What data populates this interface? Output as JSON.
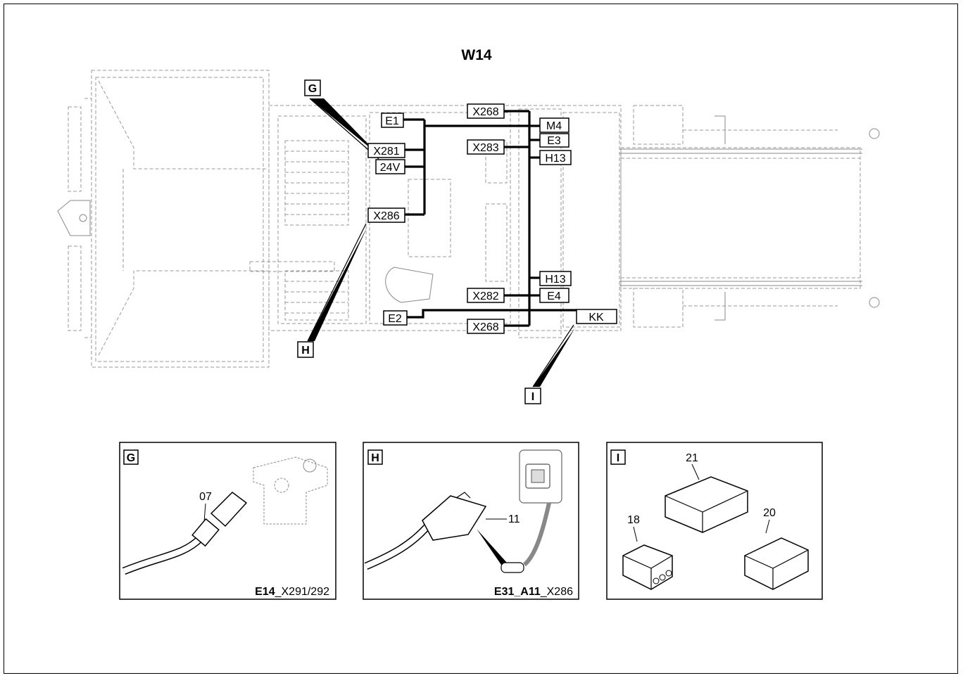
{
  "diagram": {
    "title": "W14",
    "connectors": {
      "x268_top": "X268",
      "e1": "E1",
      "m4": "M4",
      "x283": "X283",
      "e3": "E3",
      "x281": "X281",
      "h13_top": "H13",
      "v24": "24V",
      "x286": "X286",
      "h13_bottom": "H13",
      "x282": "X282",
      "e4": "E4",
      "e2": "E2",
      "kk": "KK",
      "x268_bottom": "X268"
    },
    "callouts": {
      "g": "G",
      "h": "H",
      "i": "I"
    },
    "details": {
      "g": {
        "letter": "G",
        "part": "07",
        "caption_bold": "E14",
        "caption_rest": "_X291/292"
      },
      "h": {
        "letter": "H",
        "part": "11",
        "caption_bold": "E31_A11",
        "caption_rest": "_X286"
      },
      "i": {
        "letter": "I",
        "part_a": "21",
        "part_b": "18",
        "part_c": "20"
      }
    }
  }
}
